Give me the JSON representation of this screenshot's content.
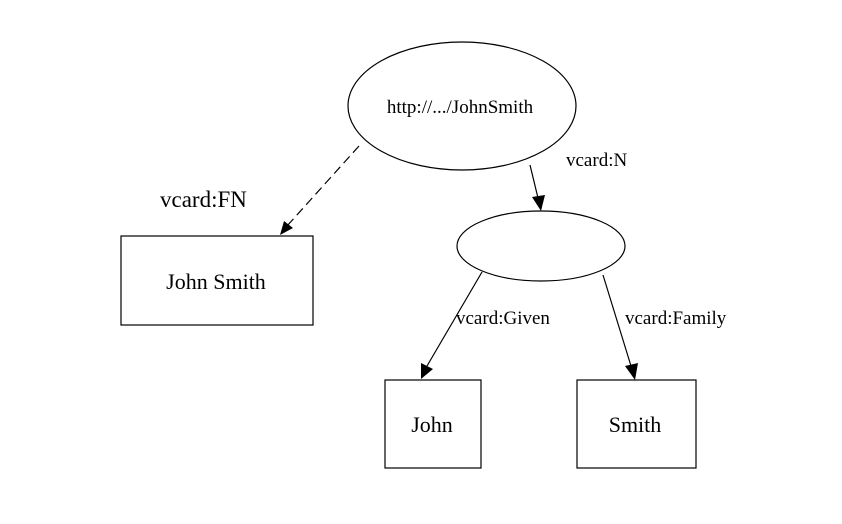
{
  "diagram": {
    "nodes": {
      "subject": {
        "label": "http://.../JohnSmith"
      },
      "blank": {
        "label": ""
      },
      "full_name": {
        "label": "John Smith"
      },
      "given": {
        "label": "John"
      },
      "family": {
        "label": "Smith"
      }
    },
    "edges": {
      "fn": {
        "label": "vcard:FN"
      },
      "n": {
        "label": "vcard:N"
      },
      "given": {
        "label": "vcard:Given"
      },
      "family": {
        "label": "vcard:Family"
      }
    },
    "colors": {
      "stroke": "#000000",
      "fill": "#ffffff"
    }
  }
}
